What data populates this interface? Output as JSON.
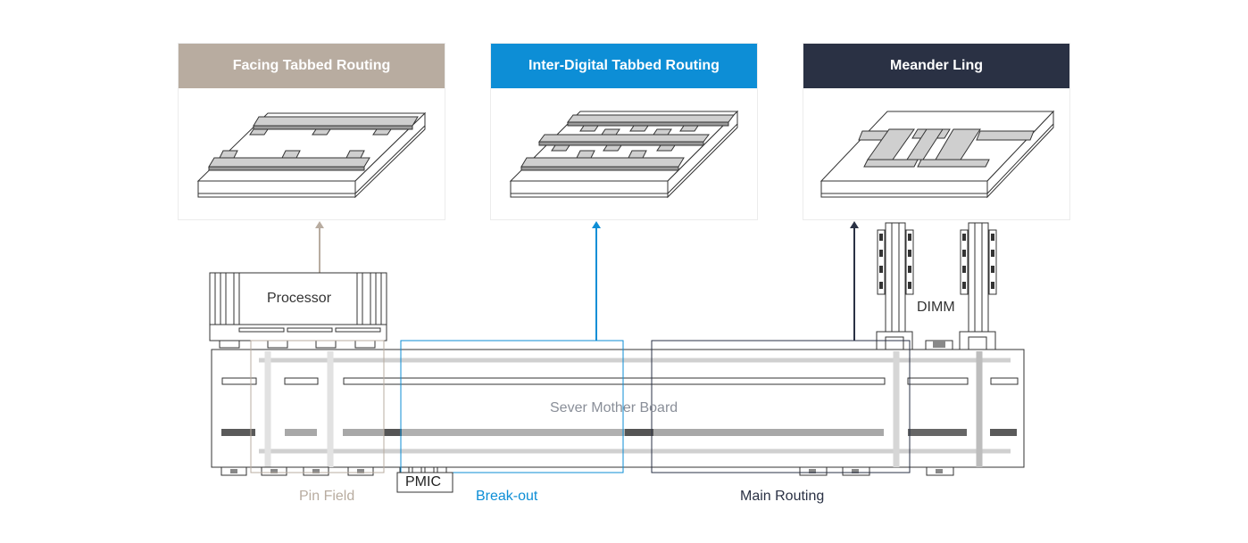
{
  "cards": [
    {
      "title": "Facing Tabbed Routing",
      "color": "#b8aca0"
    },
    {
      "title": "Inter-Digital Tabbed Routing",
      "color": "#0d8ed6"
    },
    {
      "title": "Meander Ling",
      "color": "#2a3144"
    }
  ],
  "board": {
    "processor_label": "Processor",
    "dimm_label": "DIMM",
    "motherboard_label": "Sever Mother Board",
    "pmic_label": "PMIC"
  },
  "regions": {
    "pin_field": "Pin Field",
    "break_out": "Break-out",
    "main_routing": "Main Routing"
  },
  "colors": {
    "pin_field": "#b8aca0",
    "break_out": "#0d8ed6",
    "main_routing": "#2a3144",
    "board_text": "#8a8f99"
  }
}
